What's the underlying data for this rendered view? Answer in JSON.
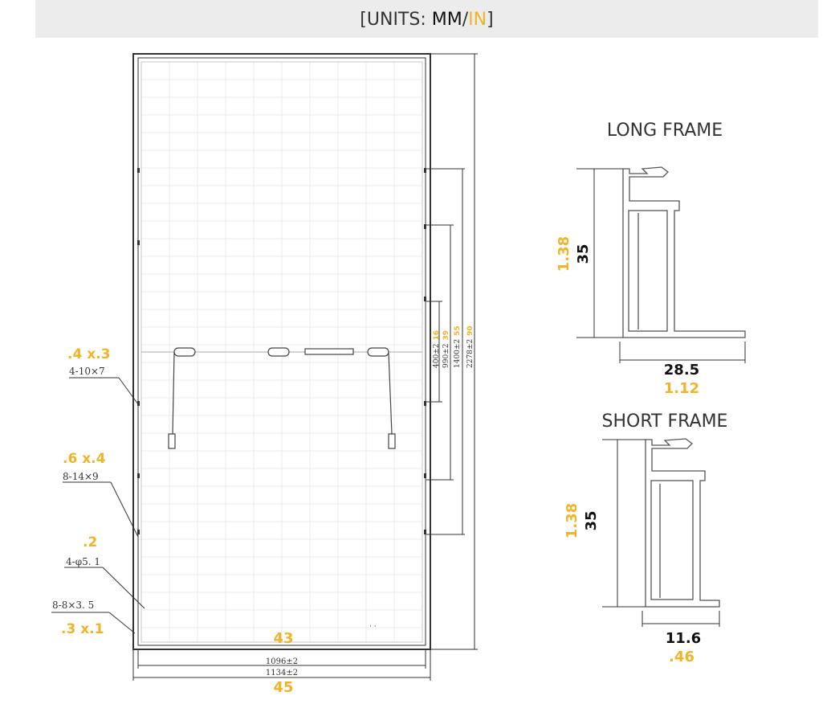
{
  "header": {
    "prefix": "[UNITS: ",
    "mm": "MM",
    "slash": "/",
    "in": "IN",
    "suffix": "]"
  },
  "colors": {
    "accent": "#f0b429",
    "ink": "#111111",
    "header_bg": "#ececec"
  },
  "panel": {
    "holes": [
      {
        "gold": ".4 x.3",
        "spec": "4-10×7"
      },
      {
        "gold": ".6 x.4",
        "spec": "8-14×9"
      },
      {
        "gold": ".2",
        "spec": "4-φ5. 1"
      },
      {
        "gold": ".3 x.1",
        "spec": "8-8×3. 5"
      }
    ],
    "width_inner_mm": "1096±2",
    "width_outer_mm": "1134±2",
    "width_inner_in": "43",
    "width_outer_in": "45",
    "heights": [
      {
        "mm": "400±2",
        "in": "16"
      },
      {
        "mm": "990±2",
        "in": "39"
      },
      {
        "mm": "1400±2",
        "in": "55"
      },
      {
        "mm": "2278±2",
        "in": "90"
      }
    ],
    "bottom_mark": "·  ·"
  },
  "long_frame": {
    "title": "LONG FRAME",
    "height_mm": "35",
    "height_in": "1.38",
    "width_mm": "28.5",
    "width_in": "1.12"
  },
  "short_frame": {
    "title": "SHORT FRAME",
    "height_mm": "35",
    "height_in": "1.38",
    "width_mm": "11.6",
    "width_in": ".46"
  }
}
